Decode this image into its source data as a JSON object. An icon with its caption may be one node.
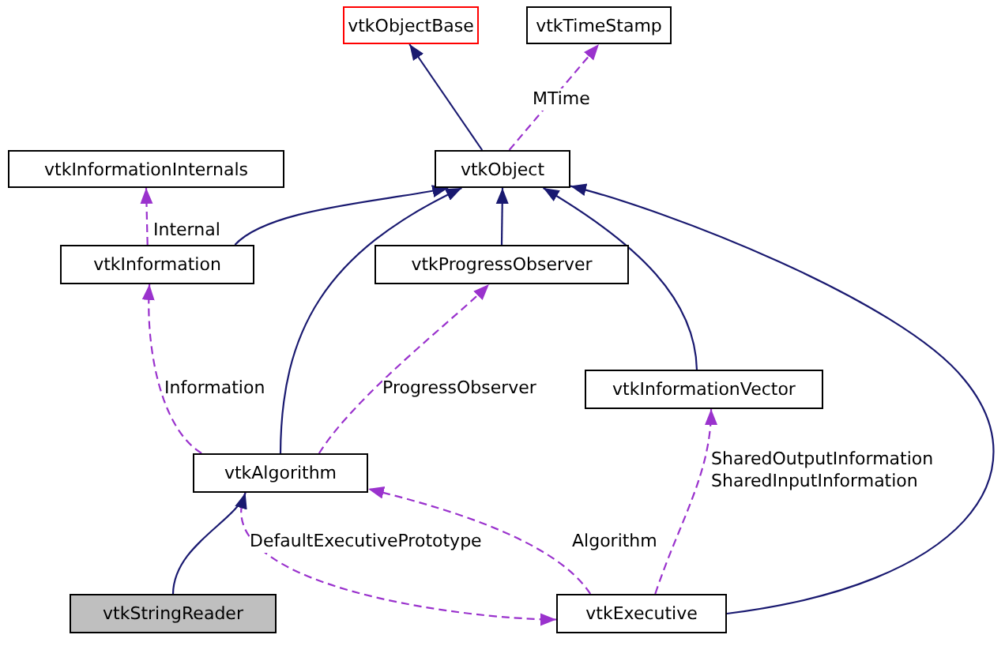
{
  "diagram": {
    "nodes": [
      {
        "text": [
          "vtkObjectBase"
        ]
      },
      {
        "text": [
          "vtkTimeStamp"
        ]
      },
      {
        "text": [
          "vtkInformationInternals"
        ]
      },
      {
        "text": [
          "vtkObject"
        ]
      },
      {
        "text": [
          "vtkInformation"
        ]
      },
      {
        "text": [
          "vtkProgressObserver"
        ]
      },
      {
        "text": [
          "vtkInformationVector"
        ]
      },
      {
        "text": [
          "vtkAlgorithm"
        ]
      },
      {
        "text": [
          "vtkStringReader"
        ]
      },
      {
        "text": [
          "vtkExecutive"
        ]
      }
    ],
    "edges": [
      {
        "from": 3,
        "to": 0,
        "arrow": "to"
      },
      {
        "from": 3,
        "to": 1,
        "arrow": "to",
        "label": "MTime",
        "style": "dashed",
        "color": "#9a32cd"
      },
      {
        "from": 4,
        "to": 2,
        "arrow": "to",
        "label": "Internal",
        "style": "dashed",
        "color": "#9a32cd"
      },
      {
        "from": 4,
        "to": 3,
        "arrow": "to"
      },
      {
        "from": 7,
        "to": 3,
        "arrow": "to"
      },
      {
        "from": 5,
        "to": 3,
        "arrow": "to"
      },
      {
        "from": 6,
        "to": 3,
        "arrow": "to"
      },
      {
        "from": 9,
        "to": 3,
        "arrow": "to"
      },
      {
        "from": 7,
        "to": 4,
        "arrow": "to",
        "label": "Information",
        "style": "dashed",
        "color": "#9a32cd"
      },
      {
        "from": 7,
        "to": 5,
        "arrow": "to",
        "label": "ProgressObserver",
        "style": "dashed",
        "color": "#9a32cd"
      },
      {
        "from": 9,
        "to": 6,
        "arrow": "to",
        "label": "SharedOutputInformation SharedInputInformation",
        "style": "dashed",
        "color": "#9a32cd"
      },
      {
        "from": 9,
        "to": 7,
        "arrow": "to",
        "label": "Algorithm",
        "style": "dashed",
        "color": "#9a32cd"
      },
      {
        "from": 7,
        "to": 9,
        "arrow": "to",
        "label": "DefaultExecutivePrototype",
        "style": "dashed",
        "color": "#9a32cd"
      },
      {
        "from": 8,
        "to": 7,
        "arrow": "to"
      }
    ]
  }
}
